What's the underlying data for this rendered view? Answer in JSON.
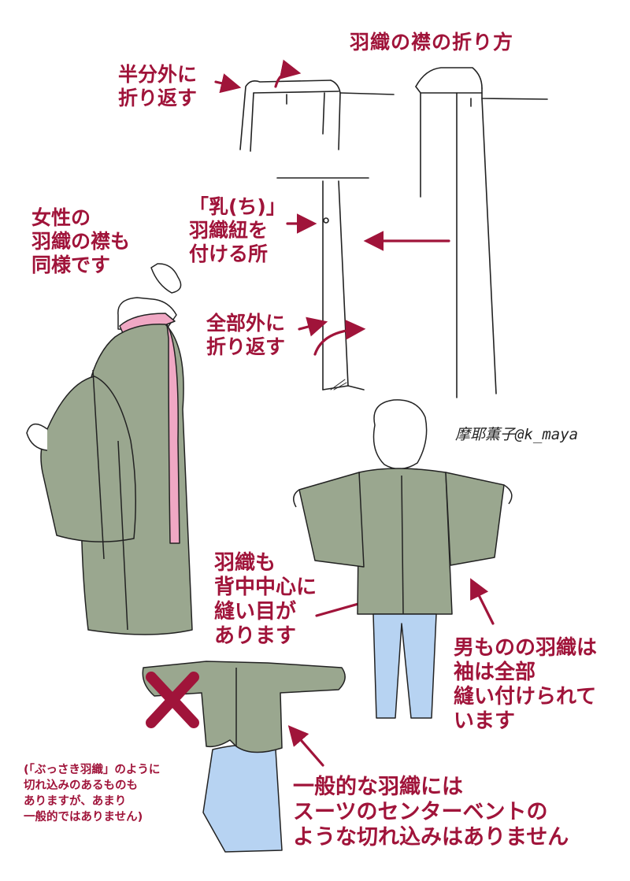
{
  "title": "羽織の襟の折り方",
  "labels": {
    "half_fold": [
      "半分外に",
      "折り返す"
    ],
    "chi": [
      "「乳(ち)」",
      "羽織紐を",
      "付ける所"
    ],
    "full_fold": [
      "全部外に",
      "折り返す"
    ],
    "women": [
      "女性の",
      "羽織の襟も",
      "同様です"
    ],
    "seam": [
      "羽織も",
      "背中中心に",
      "縫い目が",
      "あります"
    ],
    "mens_sleeves": [
      "男ものの羽織は",
      "袖は全部",
      "縫い付けられて",
      "います"
    ],
    "bussaki_note": [
      "(「ぶっさき羽織」のように",
      "切れ込みのあるものも",
      "ありますが、あまり",
      "一般的ではありません)"
    ],
    "no_vent": [
      "一般的な羽織には",
      "スーツのセンターベントの",
      "ような切れ込みはありません"
    ]
  },
  "signature": "摩耶薫子@k_maya",
  "colors": {
    "accent": "#a0143a",
    "haori": "#9aa78f",
    "hakama": "#b7d3f2",
    "collar_pink": "#f0a8c4",
    "line": "#222222"
  }
}
